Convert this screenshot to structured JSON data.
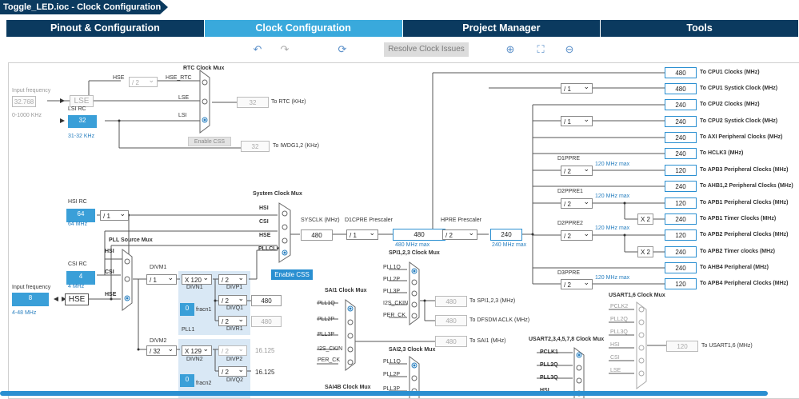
{
  "title": "Toggle_LED.ioc - Clock Configuration",
  "tabs": [
    "Pinout & Configuration",
    "Clock Configuration",
    "Project Manager",
    "Tools"
  ],
  "toolbar": {
    "resolve": "Resolve Clock Issues"
  },
  "left": {
    "input_freq_top": "Input frequency",
    "input_val_top": "32.768",
    "range_top": "0-1000 KHz",
    "lse": "LSE",
    "lsi_rc": "LSI RC",
    "lsi_val": "32",
    "lsi_range": "31-32 KHz",
    "hsi_rc": "HSI RC",
    "hsi_val": "64",
    "hsi_mhz": "64 MHz",
    "csi_rc": "CSI RC",
    "csi_val": "4",
    "csi_mhz": "4 MHz",
    "input_freq_bot": "Input frequency",
    "input_val_bot": "8",
    "range_bot": "4-48 MHz",
    "hse": "HSE"
  },
  "rtc": {
    "title": "RTC Clock Mux",
    "hse": "HSE",
    "div": "/ 2",
    "hse_rtc": "HSE_RTC",
    "lse": "LSE",
    "lsi": "LSI",
    "val": "32",
    "to": "To RTC (KHz)",
    "css": "Enable CSS",
    "iwdg_val": "32",
    "iwdg_to": "To IWDG1,2 (KHz)"
  },
  "sys": {
    "title": "System Clock Mux",
    "hsi": "HSI",
    "csi": "CSI",
    "hse": "HSE",
    "pllclk": "PLLCLK",
    "css": "Enable CSS",
    "sysclk": "SYSCLK (MHz)",
    "sysval": "480",
    "d1cpre": "D1CPRE Prescaler",
    "d1div": "/ 1",
    "d1val": "480",
    "d1max": "480 MHz max",
    "hpre": "HPRE Prescaler",
    "hdiv": "/ 2",
    "hval": "240",
    "hmax": "240 MHz max"
  },
  "hsidiv": "/ 1",
  "pll": {
    "src": "PLL Source Mux",
    "hsi": "HSI",
    "csi": "CSI",
    "hse": "HSE",
    "divm1": "DIVM1",
    "m1": "/ 1",
    "n1": "X 120",
    "divn1": "DIVN1",
    "p1": "/ 2",
    "divp1": "DIVP1",
    "q1": "/ 2",
    "divq1": "DIVQ1",
    "q1val": "480",
    "r1": "/ 2",
    "divr1": "DIVR1",
    "r1val": "480",
    "frac1": "0",
    "fracn1": "fracn1",
    "pll1": "PLL1",
    "divm2": "DIVM2",
    "m2": "/ 32",
    "n2": "X 129",
    "divn2": "DIVN2",
    "p2": "/ 2",
    "divp2": "DIVP2",
    "p2val": "16.125",
    "q2": "/ 2",
    "divq2": "DIVQ2",
    "q2val": "16.125",
    "frac2": "0",
    "fracn2": "fracn2"
  },
  "spi": {
    "title": "SPI1,2,3 Clock Mux",
    "inputs": [
      "PLL1Q",
      "PLL2P",
      "PLL3P",
      "I2S_CKIN",
      "PER_CK"
    ],
    "val": "480",
    "to": "To SPI1,2,3 (MHz)",
    "dfsdm_val": "480",
    "dfsdm_to": "To DFSDM ACLK (MHz)"
  },
  "sai1": {
    "title": "SAI1 Clock Mux",
    "inputs": [
      "PLL1Q",
      "PLL2P",
      "PLL3P",
      "I2S_CKIN",
      "PER_CK"
    ],
    "val": "480",
    "to": "To SAI1 (MHz)"
  },
  "sai23": {
    "title": "SAI2,3 Clock Mux",
    "inputs": [
      "PLL1Q",
      "PLL2P",
      "PLL3P"
    ]
  },
  "sai4b": {
    "title": "SAI4B Clock Mux"
  },
  "usart2": {
    "title": "USART2,3,4,5,7,8 Clock Mux",
    "inputs": [
      "PCLK1",
      "PLL2Q",
      "PLL3Q",
      "HSI"
    ]
  },
  "usart16": {
    "title": "USART1,6 Clock Mux",
    "inputs": [
      "PCLK2",
      "PLL2Q",
      "PLL3Q",
      "HSI",
      "CSI",
      "LSE"
    ],
    "val": "120",
    "to": "To USART1,6 (MHz)"
  },
  "right": {
    "outputs": [
      {
        "val": "480",
        "label": "To CPU1 Clocks (MHz)"
      },
      {
        "val": "480",
        "label": "To CPU1 Systick Clock (MHz)"
      },
      {
        "val": "240",
        "label": "To CPU2 Clocks (MHz)"
      },
      {
        "val": "240",
        "label": "To CPU2 Systick Clock (MHz)"
      },
      {
        "val": "240",
        "label": "To AXI Peripheral Clocks (MHz)"
      },
      {
        "val": "240",
        "label": "To HCLK3 (MHz)"
      },
      {
        "val": "120",
        "label": "To APB3 Peripheral Clocks (MHz)"
      },
      {
        "val": "240",
        "label": "To AHB1,2 Peripheral Clocks (MHz)"
      },
      {
        "val": "120",
        "label": "To APB1 Peripheral Clocks (MHz)"
      },
      {
        "val": "240",
        "label": "To APB1 Timer Clocks (MHz)"
      },
      {
        "val": "120",
        "label": "To APB2 Peripheral Clocks (MHz)"
      },
      {
        "val": "240",
        "label": "To APB2 Timer clocks (MHz)"
      },
      {
        "val": "240",
        "label": "To AHB4 Peripheral (MHz)"
      },
      {
        "val": "120",
        "label": "To APB4 Peripheral Clocks (MHz)"
      }
    ],
    "div1a": "/ 1",
    "div1b": "/ 1",
    "d1ppre": "D1PPRE",
    "d1pdiv": "/ 2",
    "max1": "120 MHz max",
    "d2ppre1": "D2PPRE1",
    "d2p1div": "/ 2",
    "max2": "120 MHz max",
    "d2ppre2": "D2PPRE2",
    "d2p2div": "/ 2",
    "max3": "120 MHz max",
    "d3ppre": "D3PPRE",
    "d3pdiv": "/ 2",
    "max4": "120 MHz max",
    "x2a": "X 2",
    "x2b": "X 2"
  }
}
